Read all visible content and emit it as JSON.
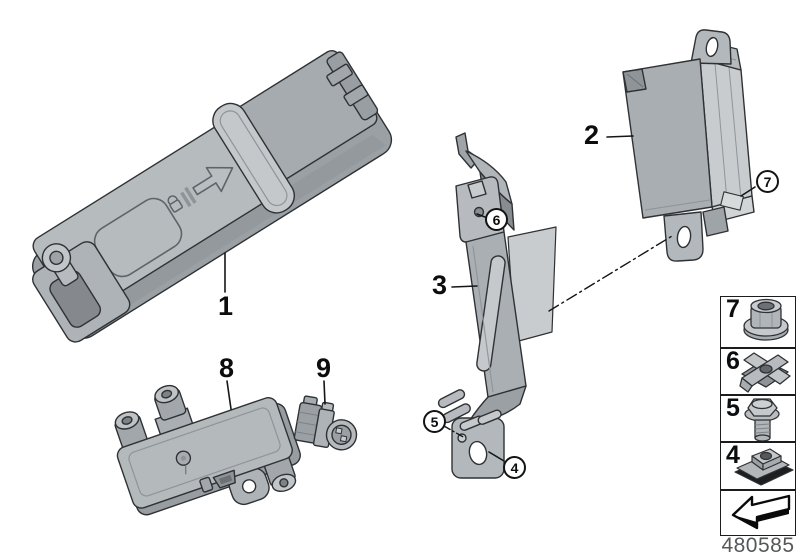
{
  "parts": [
    {
      "id": "part-1",
      "label": "1",
      "name": "wireless-charging-cradle"
    },
    {
      "id": "part-2",
      "label": "2",
      "name": "control-unit"
    },
    {
      "id": "part-3",
      "label": "3",
      "name": "holder-bracket"
    },
    {
      "id": "part-8",
      "label": "8",
      "name": "usb-antenna-module"
    },
    {
      "id": "part-9",
      "label": "9",
      "name": "antenna-plug-connector"
    }
  ],
  "callouts": [
    {
      "id": "callout-4",
      "label": "4"
    },
    {
      "id": "callout-5",
      "label": "5"
    },
    {
      "id": "callout-6",
      "label": "6"
    },
    {
      "id": "callout-7",
      "label": "7"
    }
  ],
  "legend": {
    "items": [
      {
        "num": "7",
        "icon": "flange-nut-icon"
      },
      {
        "num": "6",
        "icon": "cage-clip-icon"
      },
      {
        "num": "5",
        "icon": "hex-bolt-icon"
      },
      {
        "num": "4",
        "icon": "clip-nut-icon"
      }
    ],
    "direction_icon": "direction-arrow-icon"
  },
  "footer": {
    "doc_number": "480585"
  },
  "colors": {
    "background": "#ffffff",
    "outline": "#2f3234",
    "part_light": "#b6bbbe",
    "part_mid": "#a6abb0",
    "part_dark": "#8f9498",
    "label_text": "#0c0d0e",
    "doc_number": "#55585a"
  }
}
